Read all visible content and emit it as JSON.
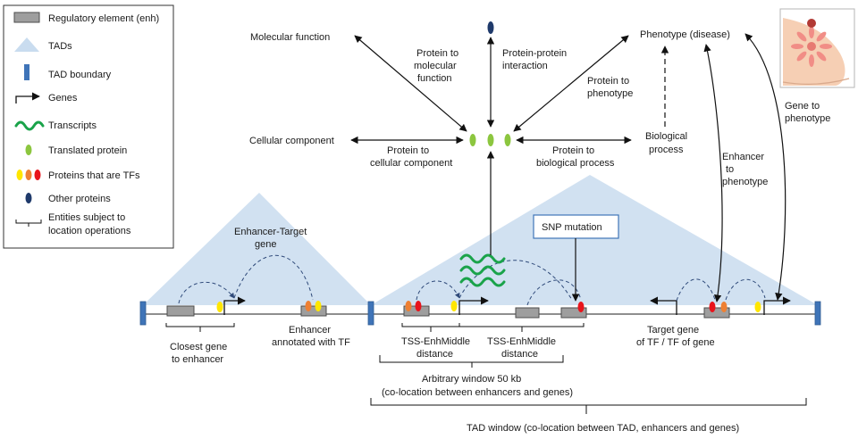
{
  "legend": {
    "regulatory": "Regulatory element (enh)",
    "tads": "TADs",
    "boundary": "TAD boundary",
    "genes": "Genes",
    "transcripts": "Transcripts",
    "translated": "Translated protein",
    "tf_proteins": "Proteins that are TFs",
    "other": "Other proteins",
    "entities_line1": "Entities subject to",
    "entities_line2": "location operations"
  },
  "nodes": {
    "molecular_function": "Molecular function",
    "cellular_component": "Cellular component",
    "phenotype": "Phenotype  (disease)",
    "biological_process_l1": "Biological",
    "biological_process_l2": "process"
  },
  "edges": {
    "p2mf_l1": "Protein to",
    "p2mf_l2": "molecular",
    "p2mf_l3": "function",
    "ppi_l1": "Protein-protein",
    "ppi_l2": "interaction",
    "p2ph_l1": "Protein to",
    "p2ph_l2": "phenotype",
    "p2cc_l1": "Protein to",
    "p2cc_l2": "cellular component",
    "p2bp_l1": "Protein to",
    "p2bp_l2": "biological process",
    "enh2ph_l1": "Enhancer",
    "enh2ph_l2": "to",
    "enh2ph_l3": "phenotype",
    "g2ph_l1": "Gene to",
    "g2ph_l2": "phenotype"
  },
  "genome": {
    "enh_target_l1": "Enhancer-Target",
    "enh_target_l2": "gene",
    "snp": "SNP mutation",
    "closest_l1": "Closest gene",
    "closest_l2": "to enhancer",
    "enh_tf_l1": "Enhancer",
    "enh_tf_l2": "annotated with TF",
    "tss1_l1": "TSS-EnhMiddle",
    "tss1_l2": "distance",
    "tss2_l1": "TSS-EnhMiddle",
    "tss2_l2": "distance",
    "target_tf_l1": "Target gene",
    "target_tf_l2": "of TF / TF of gene",
    "window_l1": "Arbitrary window 50 kb",
    "window_l2": "(co-location between enhancers and genes)",
    "tad_window": "TAD window (co-location between TAD, enhancers and genes)"
  },
  "colors": {
    "tad_fill": "#c9dcef",
    "boundary": "#3f74b8",
    "enhancer": "#9e9e9e",
    "transcript": "#1aa34a",
    "translated_protein": "#8cc63f",
    "tf_yellow": "#ffe600",
    "tf_orange": "#ee8033",
    "tf_red": "#e8141c",
    "other_protein": "#1f3a6b"
  },
  "icons": {
    "breast_tumor": "breast-tumor-icon"
  }
}
